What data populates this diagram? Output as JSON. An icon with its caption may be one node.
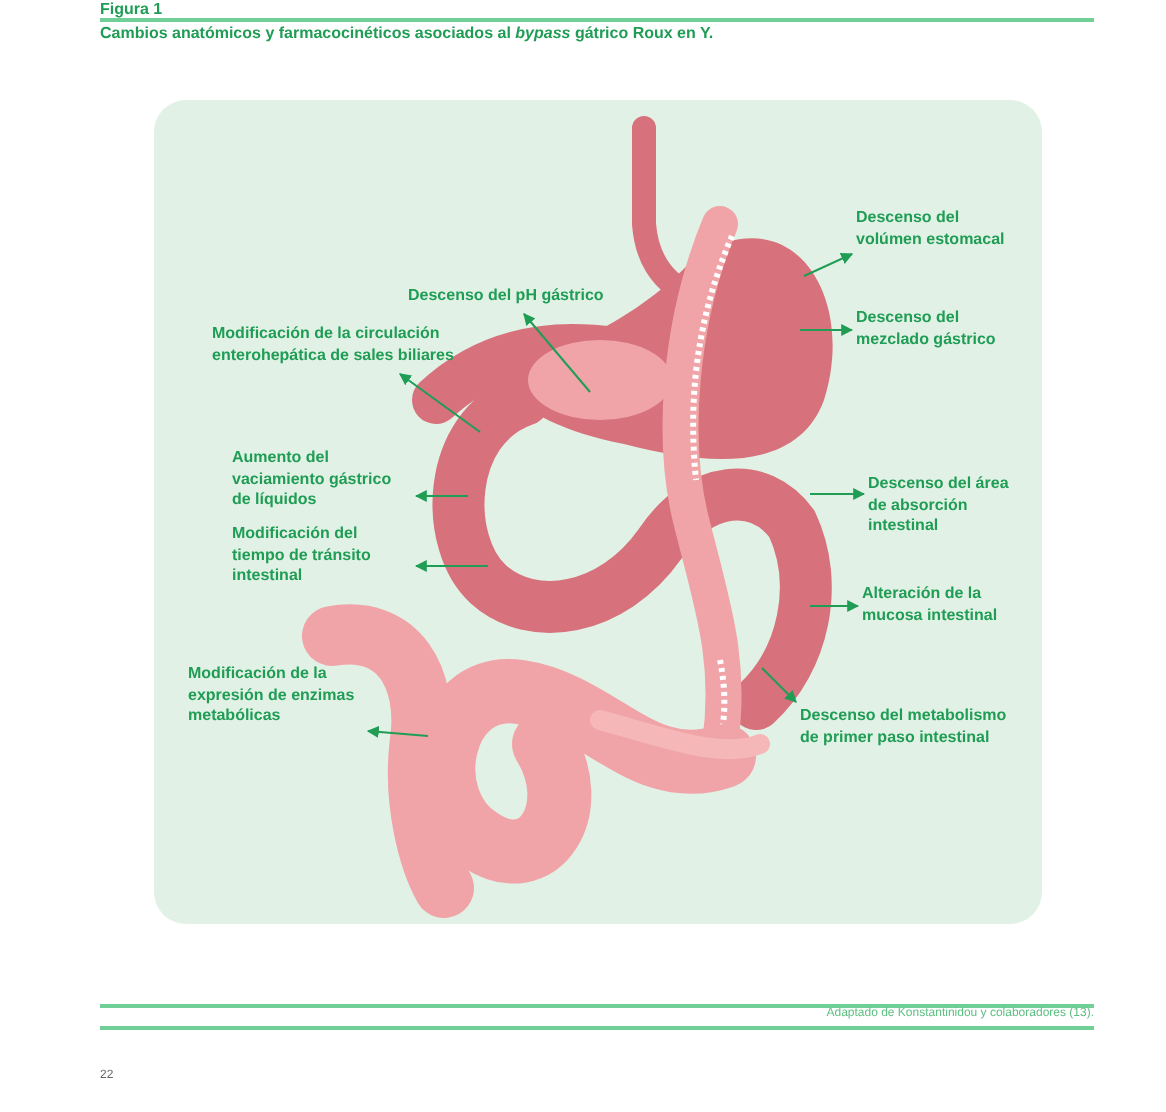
{
  "diagram": {
    "title": "Figura 1",
    "caption": "Cambios anatómicos y farmacocinéticos asociados al *bypass* gátrico Roux en Y.",
    "nodes": [
      {
        "text": [
          "Descenso del volúmen estomacal"
        ]
      },
      {
        "text": [
          "Descenso del pH gástrico"
        ]
      },
      {
        "text": [
          "Descenso del mezclado gástrico"
        ]
      },
      {
        "text": [
          "Modificación de la circulación enterohepática de sales biliares"
        ]
      },
      {
        "text": [
          "Aumento del vaciamiento gástrico de líquidos"
        ]
      },
      {
        "text": [
          "Descenso del área de absorción intestinal"
        ]
      },
      {
        "text": [
          "Modificación del tiempo de tránsito intestinal"
        ]
      },
      {
        "text": [
          "Alteración de la mucosa intestinal"
        ]
      },
      {
        "text": [
          "Modificación de la expresión de enzimas metabólicas"
        ]
      },
      {
        "text": [
          "Descenso del metabolismo de primer paso intestinal"
        ]
      }
    ],
    "edges": [
      {
        "from": null,
        "to": 0,
        "arrow": "to"
      },
      {
        "from": null,
        "to": 1,
        "arrow": "to"
      },
      {
        "from": null,
        "to": 2,
        "arrow": "to"
      },
      {
        "from": null,
        "to": 3,
        "arrow": "to"
      },
      {
        "from": null,
        "to": 4,
        "arrow": "to"
      },
      {
        "from": null,
        "to": 5,
        "arrow": "to"
      },
      {
        "from": null,
        "to": 6,
        "arrow": "to"
      },
      {
        "from": null,
        "to": 7,
        "arrow": "to"
      },
      {
        "from": null,
        "to": 8,
        "arrow": "to"
      },
      {
        "from": null,
        "to": 9,
        "arrow": "to"
      }
    ],
    "labels": [
      "Adaptado de Konstantinidou y colaboradores (13).",
      "22"
    ]
  }
}
